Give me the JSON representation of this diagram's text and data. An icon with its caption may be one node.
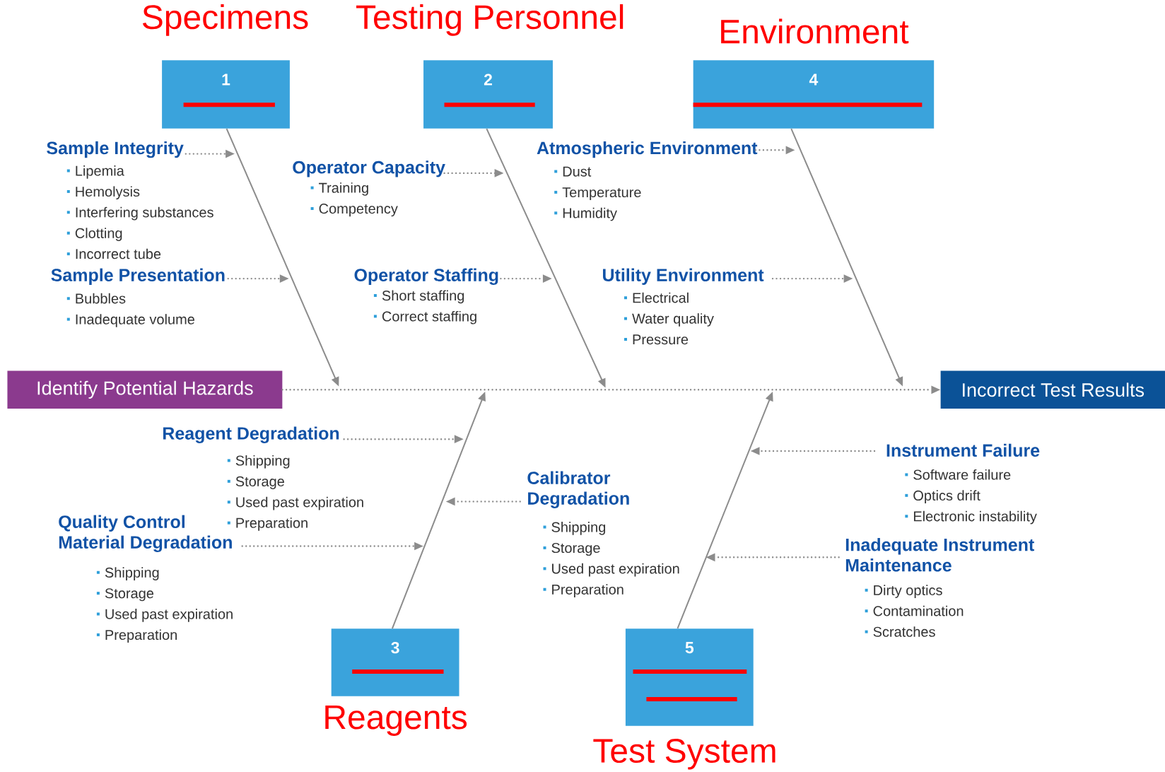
{
  "diagram": {
    "nodes": [
      {
        "text": [
          "Specimens",
          "1"
        ]
      },
      {
        "text": [
          "Testing Personnel",
          "2"
        ]
      },
      {
        "text": [
          "Environment",
          "4"
        ]
      },
      {
        "text": [
          "Identify Potential Hazards"
        ]
      },
      {
        "text": [
          "Incorrect Test Results"
        ]
      },
      {
        "text": [
          "3",
          "Reagents"
        ]
      },
      {
        "text": [
          "5",
          "Test System"
        ]
      },
      {
        "text": [
          "Sample Integrity",
          "Lipemia",
          "Hemolysis",
          "Interfering substances",
          "Clotting",
          "Incorrect tube"
        ]
      },
      {
        "text": [
          "Sample Presentation",
          "Bubbles",
          "Inadequate volume"
        ]
      },
      {
        "text": [
          "Operator Capacity",
          "Training",
          "Competency"
        ]
      },
      {
        "text": [
          "Operator Staffing",
          "Short staffing",
          "Correct staffing"
        ]
      },
      {
        "text": [
          "Atmospheric Environment",
          "Dust",
          "Temperature",
          "Humidity"
        ]
      },
      {
        "text": [
          "Utility Environment",
          "Electrical",
          "Water quality",
          "Pressure"
        ]
      },
      {
        "text": [
          "Reagent Degradation",
          "Shipping",
          "Storage",
          "Used past expiration",
          "Preparation"
        ]
      },
      {
        "text": [
          "Calibrator Degradation",
          "Shipping",
          "Storage",
          "Used past expiration",
          "Preparation"
        ]
      },
      {
        "text": [
          "Quality Control Material Degradation",
          "Shipping",
          "Storage",
          "Used past expiration",
          "Preparation"
        ]
      },
      {
        "text": [
          "Instrument Failure",
          "Software failure",
          "Optics drift",
          "Electronic instability"
        ]
      },
      {
        "text": [
          "Inadequate Instrument Maintenance",
          "Dirty optics",
          "Contamination",
          "Scratches"
        ]
      }
    ],
    "edges": [
      {
        "from": 0,
        "to": null,
        "arrow": "to"
      },
      {
        "from": 1,
        "to": null,
        "arrow": "to"
      },
      {
        "from": 2,
        "to": null,
        "arrow": "to"
      },
      {
        "from": 5,
        "to": null,
        "arrow": "to"
      },
      {
        "from": 6,
        "to": null,
        "arrow": "to"
      },
      {
        "from": 3,
        "to": 4,
        "arrow": "to",
        "style": "dashed"
      },
      {
        "from": 7,
        "to": null,
        "arrow": "to",
        "style": "dashed"
      },
      {
        "from": 8,
        "to": null,
        "arrow": "to",
        "style": "dashed"
      },
      {
        "from": 9,
        "to": null,
        "arrow": "to",
        "style": "dashed"
      },
      {
        "from": 10,
        "to": null,
        "arrow": "to",
        "style": "dashed"
      },
      {
        "from": 11,
        "to": null,
        "arrow": "to",
        "style": "dashed"
      },
      {
        "from": 12,
        "to": null,
        "arrow": "to",
        "style": "dashed"
      },
      {
        "from": 13,
        "to": null,
        "arrow": "to",
        "style": "dashed"
      },
      {
        "from": 14,
        "to": null,
        "arrow": "to",
        "style": "dashed"
      },
      {
        "from": 15,
        "to": null,
        "arrow": "to",
        "style": "dashed"
      },
      {
        "from": 16,
        "to": null,
        "arrow": "to",
        "style": "dashed"
      },
      {
        "from": 17,
        "to": null,
        "arrow": "to",
        "style": "dashed"
      }
    ]
  }
}
